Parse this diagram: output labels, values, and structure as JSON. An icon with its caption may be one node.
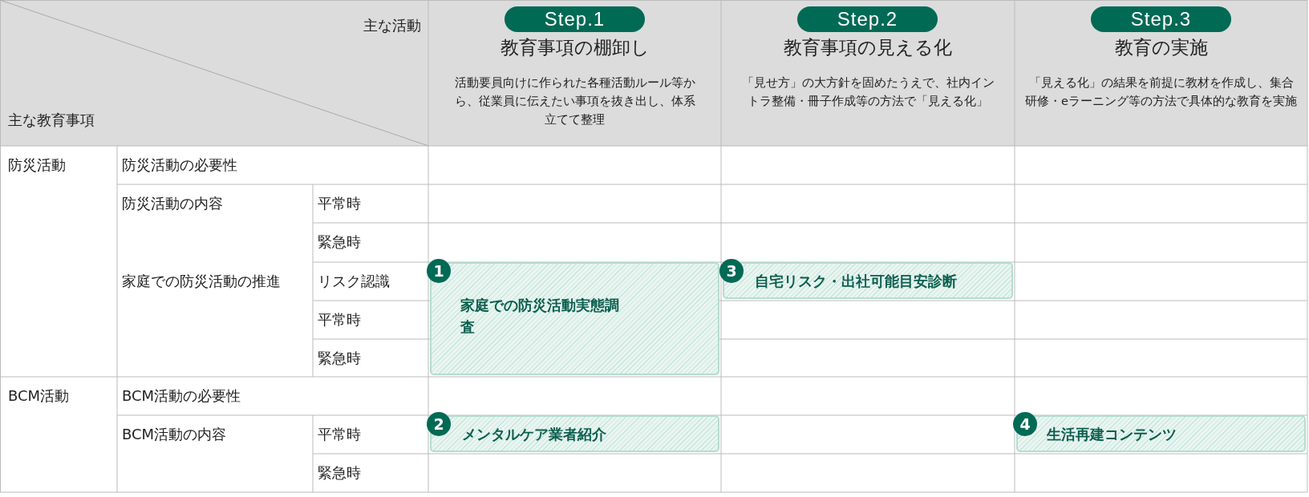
{
  "diagram": {
    "nodes": [
      {
        "text": [
          "Step.1"
        ]
      },
      {
        "text": [
          "Step.2"
        ]
      },
      {
        "text": [
          "Step.3"
        ]
      },
      {
        "text": [
          "1",
          "家庭での防災活動実態調査"
        ]
      },
      {
        "text": [
          "3",
          "自宅リスク・出社可能目安診断"
        ]
      },
      {
        "text": [
          "2",
          "メンタルケア業者紹介"
        ]
      },
      {
        "text": [
          "4",
          "生活再建コンテンツ"
        ]
      }
    ],
    "labels": [
      "主な活動",
      "教育事項の棚卸し",
      "活動要員向けに作られた各種活動ルール等から、従業員に伝えたい事項を抜き出し、体系立てて整理",
      "教育事項の見える化",
      "「見せ方」の大方針を固めたうえで、社内イントラ整備・冊子作成等の方法で「見える化」",
      "教育の実施",
      "「見える化」の結果を前提に教材を作成し、集合研修・eラーニング等の方法で具体的な教育を実施",
      "主な教育事項",
      "防災活動",
      "防災活動の必要性",
      "防災活動の内容",
      "平常時",
      "緊急時",
      "家庭での防災活動の推進",
      "リスク認識",
      "平常時",
      "緊急時",
      "BCM活動",
      "BCM活動の必要性",
      "BCM活動の内容",
      "平常時",
      "緊急時"
    ]
  }
}
